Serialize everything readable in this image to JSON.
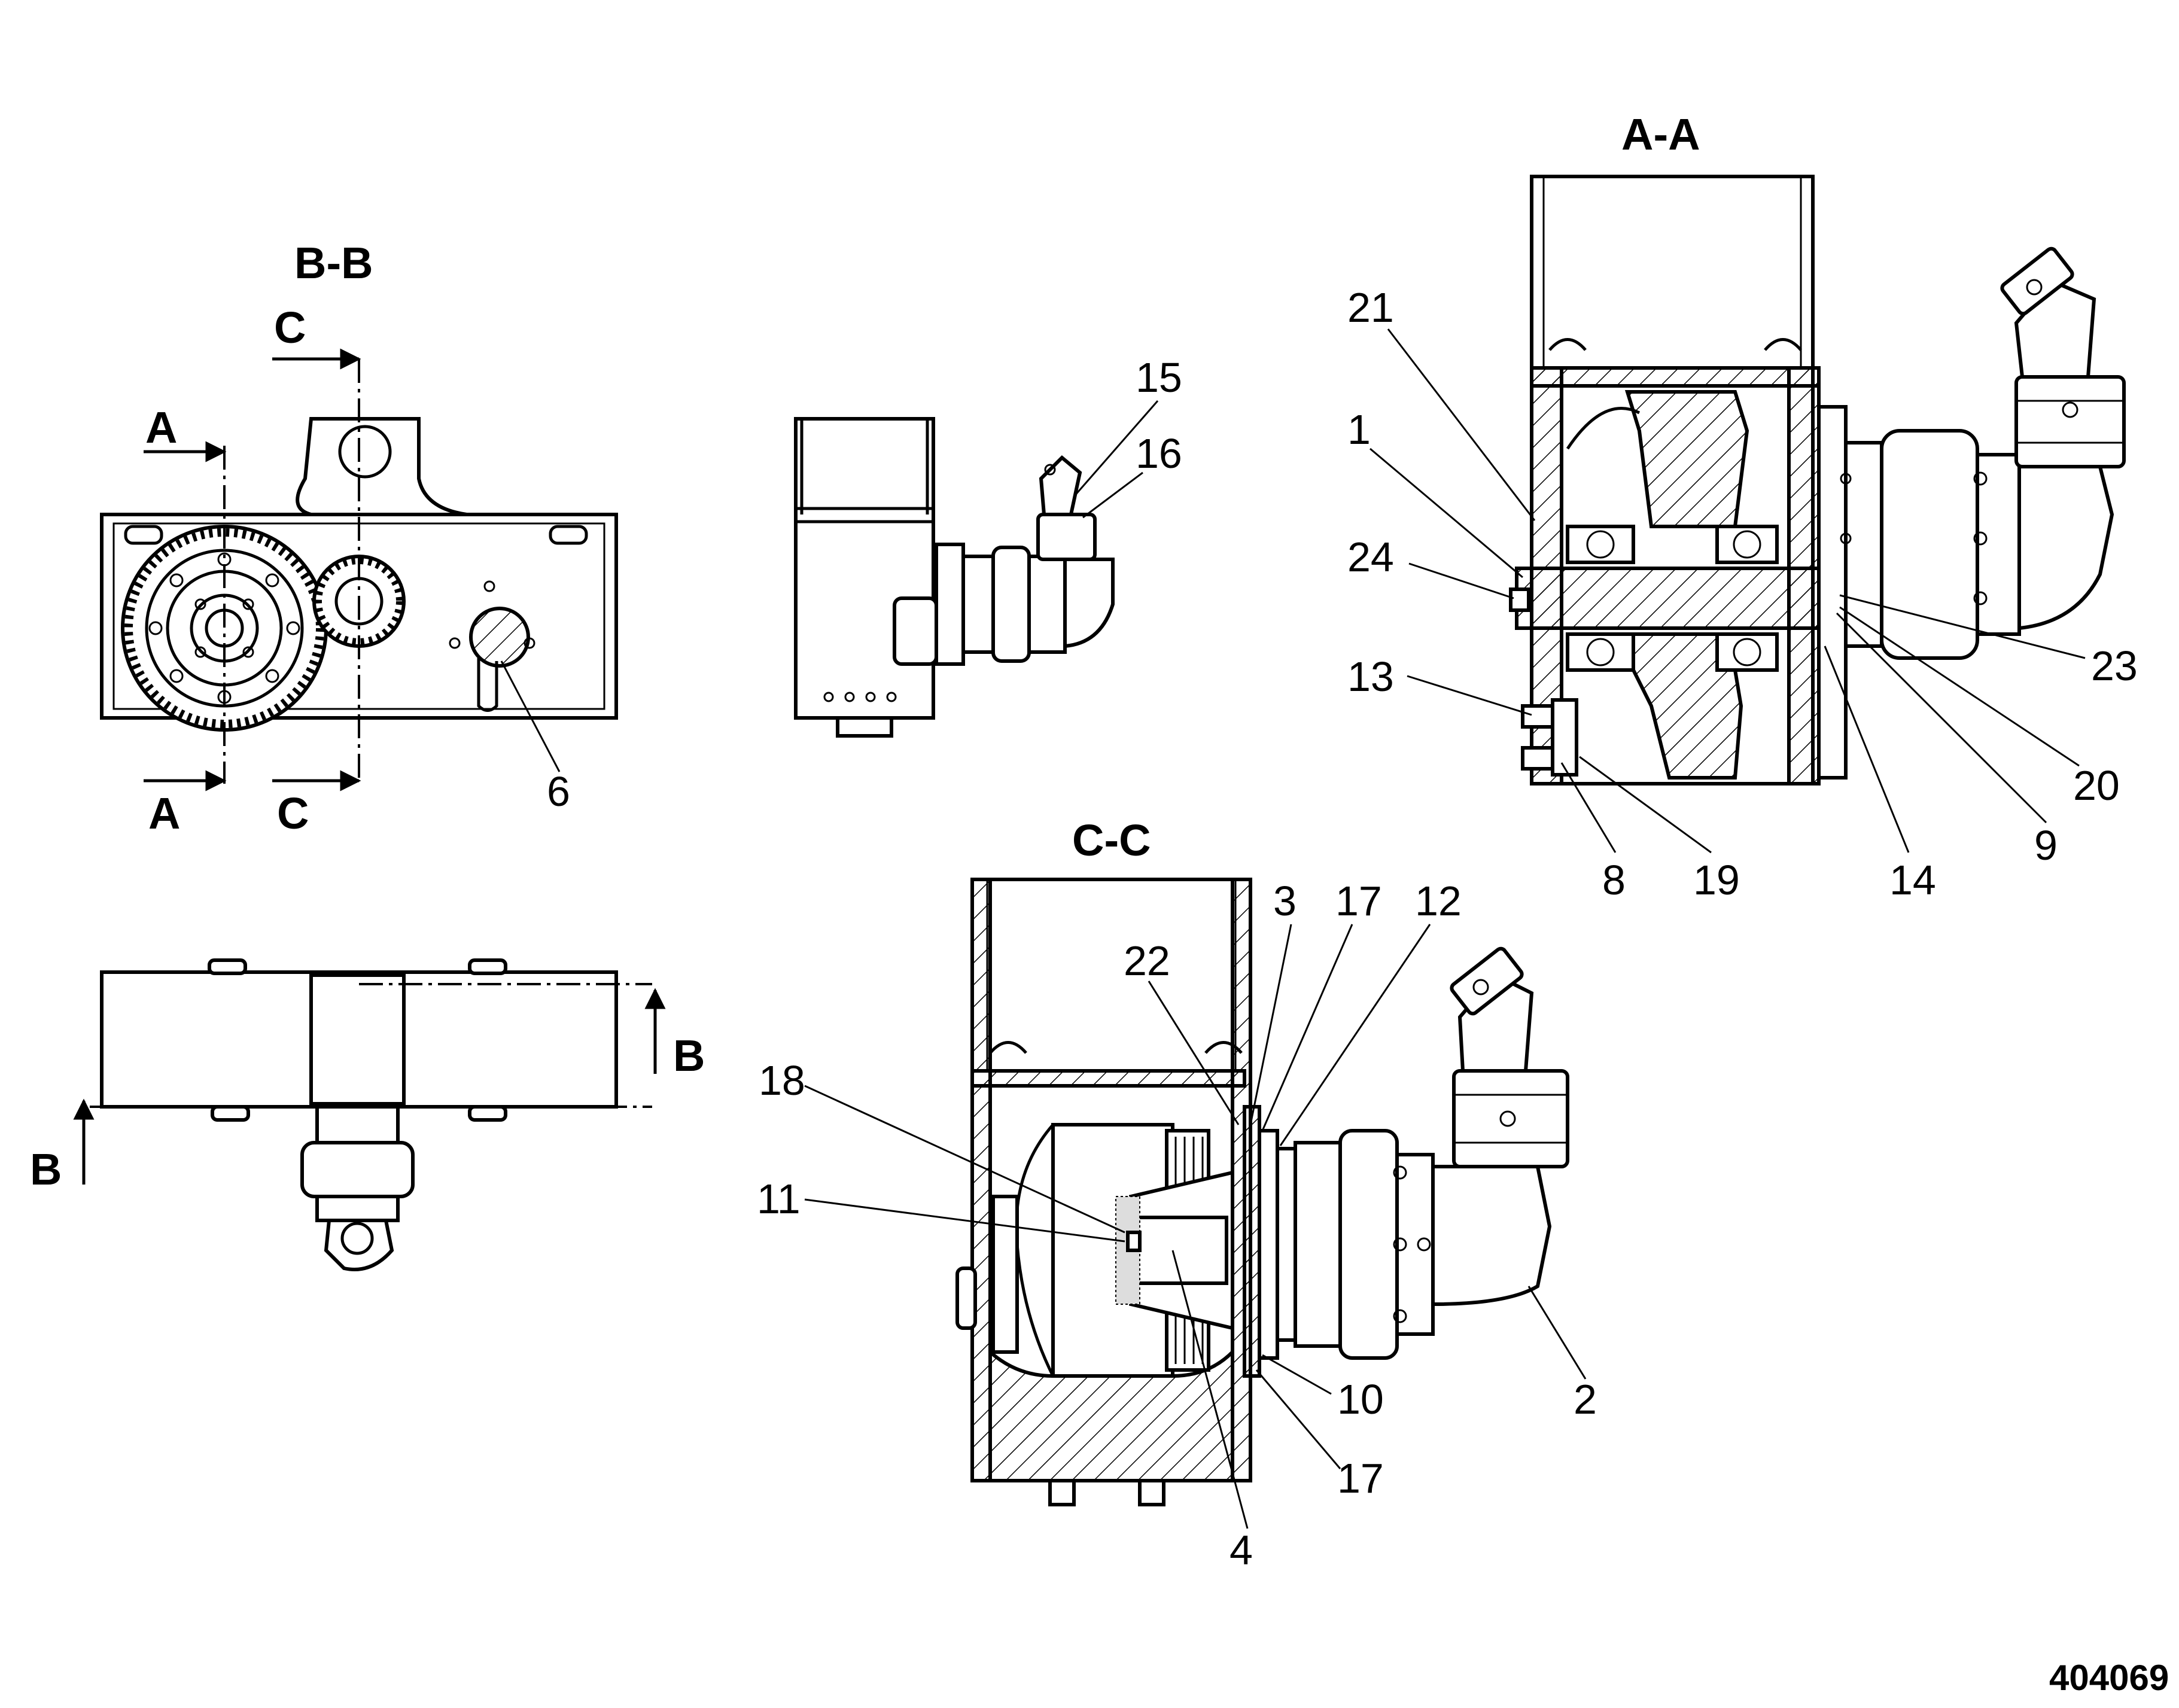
{
  "sections": {
    "bb": "B-B",
    "aa": "A-A",
    "cc": "C-C"
  },
  "markers": {
    "a": "A",
    "b": "B",
    "c": "C"
  },
  "callouts": {
    "n1": "1",
    "n2": "2",
    "n3": "3",
    "n4": "4",
    "n6": "6",
    "n8": "8",
    "n9": "9",
    "n10": "10",
    "n11": "11",
    "n12": "12",
    "n13": "13",
    "n14": "14",
    "n15": "15",
    "n16": "16",
    "n17a": "17",
    "n17b": "17",
    "n18": "18",
    "n19": "19",
    "n20": "20",
    "n21": "21",
    "n22": "22",
    "n23": "23",
    "n24": "24"
  },
  "document_number": "404069"
}
